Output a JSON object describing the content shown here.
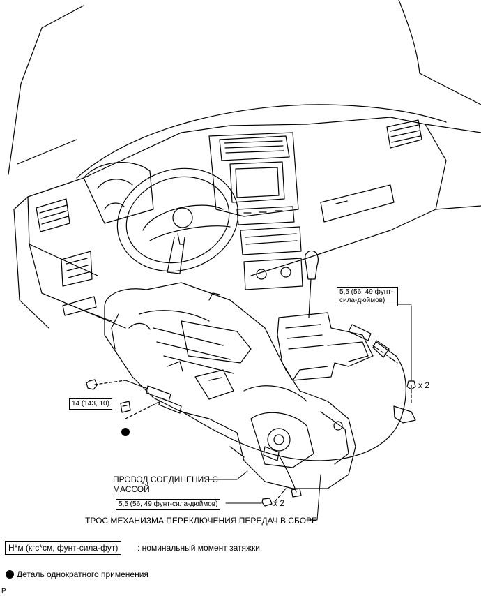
{
  "callouts": {
    "torque_shifter": "5,5 (56, 49 фунт-сила-дюймов)",
    "qty_shifter": "x 2",
    "torque_bolt": "14 (143, 10)",
    "ground_wire": "ПРОВОД СОЕДИНЕНИЯ С МАССОЙ",
    "torque_bottom": "5,5 (56, 49 фунт-сила-дюймов)",
    "qty_bottom": "x 2",
    "cable_assembly": "ТРОС МЕХАНИЗМА ПЕРЕКЛЮЧЕНИЯ ПЕРЕДАЧ В СБОРЕ"
  },
  "legend": {
    "torque_units": "Н*м (кгс*см, фунт-сила-фут)",
    "torque_desc": ": номинальный момент затяжки",
    "single_use_desc": "Деталь однократного применения"
  },
  "corner_mark": "P"
}
